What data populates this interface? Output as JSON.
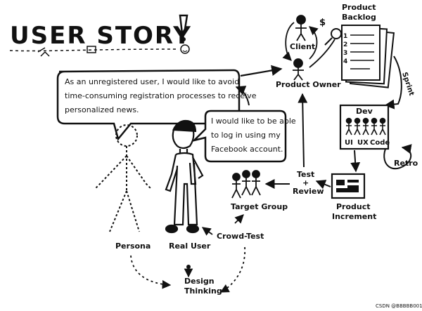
{
  "title": "USER STORY",
  "speech_bubbles": {
    "persona_lines": [
      "As an unregistered user, I would like to avoid",
      "time-consuming registration processes to receive",
      "personalized news."
    ],
    "real_user_lines": [
      "I would like to be able",
      "to log in using my",
      "Facebook account."
    ]
  },
  "labels": {
    "product_backlog_1": "Product",
    "product_backlog_2": "Backlog",
    "client": "Client",
    "dollar": "$",
    "product_owner": "Product Owner",
    "sprint": "Sprint",
    "dev": "Dev",
    "ui": "UI",
    "ux": "UX",
    "code": "Code",
    "retro": "Retro",
    "test_1": "Test",
    "test_2": "+",
    "test_3": "Review",
    "target_group": "Target Group",
    "product_increment_1": "Product",
    "product_increment_2": "Increment",
    "crowd_test": "Crowd-Test",
    "persona": "Persona",
    "real_user": "Real User",
    "design_thinking_1": "Design",
    "design_thinking_2": "Thinking",
    "backlog_numbers": [
      "1",
      "2",
      "3",
      "4"
    ]
  },
  "watermark": "CSDN @BBBBB001"
}
